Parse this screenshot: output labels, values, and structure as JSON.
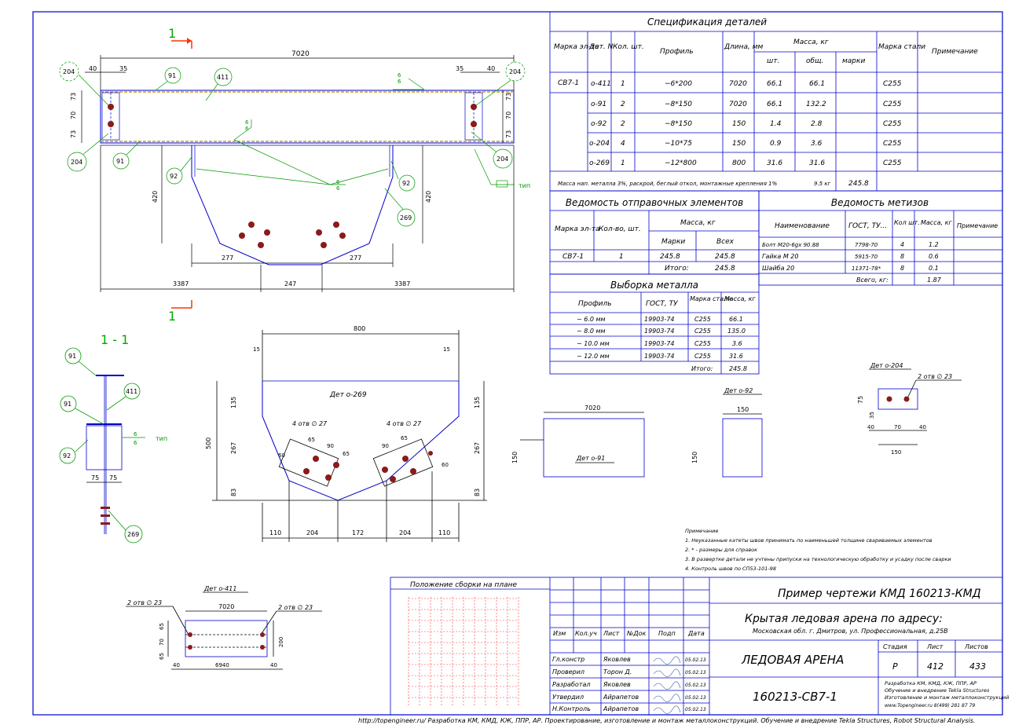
{
  "colors": {
    "frame": "#0000cc",
    "dim": "#000000",
    "green": "#009900",
    "bolt": "#8b1a1a",
    "accent": "#ff3300",
    "weld": "#cc9900"
  },
  "main_view": {
    "section_mark": "1",
    "overall_length": "7020",
    "d40": "40",
    "d35": "35",
    "v73": "73",
    "v70": "70",
    "h420": "420",
    "d277": "277",
    "d247": "247",
    "d3387": "3387",
    "callouts": {
      "c204": "204",
      "c91": "91",
      "c411": "411",
      "c92": "92",
      "c269": "269"
    },
    "weld_mark": "6\n6",
    "weld_type_label": "тип"
  },
  "section_1_1": {
    "title": "1 - 1",
    "d75": "75",
    "callouts": {
      "c91": "91",
      "c411": "411",
      "c92": "92",
      "c269": "269"
    },
    "weld_type_label": "тип"
  },
  "det_269": {
    "title": "Дет о-269",
    "width": "800",
    "d15": "15",
    "h500": "500",
    "h135": "135",
    "h267": "267",
    "h83": "83",
    "holes_label": "4 отв ∅ 27",
    "d65": "65",
    "d90": "90",
    "d60": "60",
    "bottom": [
      "110",
      "204",
      "172",
      "204",
      "110"
    ]
  },
  "det_91": {
    "title": "Дет о-91",
    "length": "7020",
    "height": "150"
  },
  "det_92": {
    "title": "Дет о-92",
    "width": "150",
    "height": "150"
  },
  "det_204": {
    "title": "Дет о-204",
    "holes_label": "2 отв ∅ 23",
    "h75": "75",
    "h35": "35",
    "d40": "40",
    "d70": "70",
    "w150": "150"
  },
  "det_411": {
    "title": "Дет о-411",
    "holes_label": "2 отв ∅ 23",
    "length": "7020",
    "inner": "6940",
    "d40": "40",
    "v65": "65",
    "v70": "70",
    "h200": "200"
  },
  "spec_table": {
    "title": "Спецификация деталей",
    "headers": {
      "mark": "Марка эл-та",
      "det": "Дет. N",
      "qty": "Кол. шт.",
      "profile": "Профиль",
      "length": "Длина, мм",
      "mass": "Масса, кг",
      "mass_pc": "шт.",
      "mass_total": "общ.",
      "mass_mark": "марки",
      "steel": "Марка стали",
      "note": "Примечание"
    },
    "element_mark": "СВ7-1",
    "rows": [
      {
        "det": "о-411",
        "qty": "1",
        "profile": "−6*200",
        "length": "7020",
        "pc": "66.1",
        "total": "66.1",
        "steel": "С255"
      },
      {
        "det": "о-91",
        "qty": "2",
        "profile": "−8*150",
        "length": "7020",
        "pc": "66.1",
        "total": "132.2",
        "steel": "С255"
      },
      {
        "det": "о-92",
        "qty": "2",
        "profile": "−8*150",
        "length": "150",
        "pc": "1.4",
        "total": "2.8",
        "steel": "С255"
      },
      {
        "det": "о-204",
        "qty": "4",
        "profile": "−10*75",
        "length": "150",
        "pc": "0.9",
        "total": "3.6",
        "steel": "С255"
      },
      {
        "det": "о-269",
        "qty": "1",
        "profile": "−12*800",
        "length": "800",
        "pc": "31.6",
        "total": "31.6",
        "steel": "С255"
      }
    ],
    "footer": "Масса нап. металла 3%, раскрой, беглый откол, монтажные крепления 1%",
    "footer_value": "9.5 кг",
    "total_mark": "245.8"
  },
  "dispatch_table": {
    "title": "Ведомость отправочных элементов",
    "headers": {
      "mark": "Марка эл-та",
      "qty": "Кол-во, шт.",
      "mass": "Масса, кг",
      "mass_mark": "Марки",
      "mass_all": "Всех"
    },
    "rows": [
      {
        "mark": "СВ7-1",
        "qty": "1",
        "m1": "245.8",
        "m2": "245.8"
      }
    ],
    "total_label": "Итого:",
    "total": "245.8"
  },
  "hardware_table": {
    "title": "Ведомость метизов",
    "headers": {
      "name": "Наименование",
      "gost": "ГОСТ, ТУ...",
      "qty": "Кол шт.",
      "mass": "Масса, кг",
      "note": "Примечание"
    },
    "rows": [
      {
        "name": "Болт М20-6gх 90.88",
        "gost": "7798-70",
        "qty": "4",
        "mass": "1.2"
      },
      {
        "name": "Гайка М 20",
        "gost": "5915-70",
        "qty": "8",
        "mass": "0.6"
      },
      {
        "name": "Шайба 20",
        "gost": "11371-78*",
        "qty": "8",
        "mass": "0.1"
      }
    ],
    "total_label": "Всего, кг:",
    "total": "1.87"
  },
  "metal_table": {
    "title": "Выборка металла",
    "headers": {
      "profile": "Профиль",
      "gost": "ГОСТ, ТУ",
      "steel": "Марка стали",
      "mass": "Масса, кг"
    },
    "rows": [
      {
        "profile": "− 6.0 мм",
        "gost": "19903-74",
        "steel": "С255",
        "mass": "66.1"
      },
      {
        "profile": "− 8.0 мм",
        "gost": "19903-74",
        "steel": "С255",
        "mass": "135.0"
      },
      {
        "profile": "− 10.0 мм",
        "gost": "19903-74",
        "steel": "С255",
        "mass": "3.6"
      },
      {
        "profile": "− 12.0 мм",
        "gost": "19903-74",
        "steel": "С255",
        "mass": "31.6"
      }
    ],
    "total_label": "Итого:",
    "total": "245.8"
  },
  "notes": {
    "title": "Примечание",
    "items": [
      "1. Неуказанные катеты швов принимать по наименьшей толщине свариваемых элементов",
      "2. * - размеры для справок",
      "3. В развертке детали не учтены припуски на технологическую обработку и усадку после сварки",
      "4. Контроль швов по СП53-101-98"
    ]
  },
  "title_block": {
    "plan_title": "Положение сборки на плане",
    "code_top": "Пример чертежи КМД 160213-КМД",
    "project": "Крытая ледовая арена по адресу:",
    "address": "Московская обл. г. Дмитров, ул. Профессиональная, д.25В",
    "building": "ЛЕДОВАЯ АРЕНА",
    "drawing_code": "160213-СВ7-1",
    "stage_h": "Стадия",
    "sheet_h": "Лист",
    "sheets_h": "Листов",
    "stage": "Р",
    "sheet": "412",
    "sheets": "433",
    "rev_headers": [
      "Изм",
      "Кол.уч",
      "Лист",
      "№Док",
      "Подп",
      "Дата"
    ],
    "signers": [
      {
        "role": "Гл.констр",
        "name": "Яковлев",
        "date": "05.02.13"
      },
      {
        "role": "Проверил",
        "name": "Торон Д.",
        "date": "05.02.13"
      },
      {
        "role": "Разработал",
        "name": "Яковлев",
        "date": "05.02.13"
      },
      {
        "role": "Утвердил",
        "name": "Айрапетов",
        "date": "05.02.13"
      },
      {
        "role": "Н.Контроль",
        "name": "Айрапетов",
        "date": "05.02.13"
      }
    ],
    "company": [
      "Разработка КМ, КМД, КЖ, ППР, АР",
      "Обучение и внедрение Tekla Structures",
      "Изготовление и монтаж металлоконструкций",
      "www.Topengineer.ru     8(499) 281 87 79"
    ]
  },
  "footer_text": "http://topengineer.ru/  Разработка КМ, КМД, КЖ, ППР, АР. Проектирование, изготовление и монтаж металлоконструкций. Обучение и внедрение Tekla Structures, Robot Structural Analysis."
}
